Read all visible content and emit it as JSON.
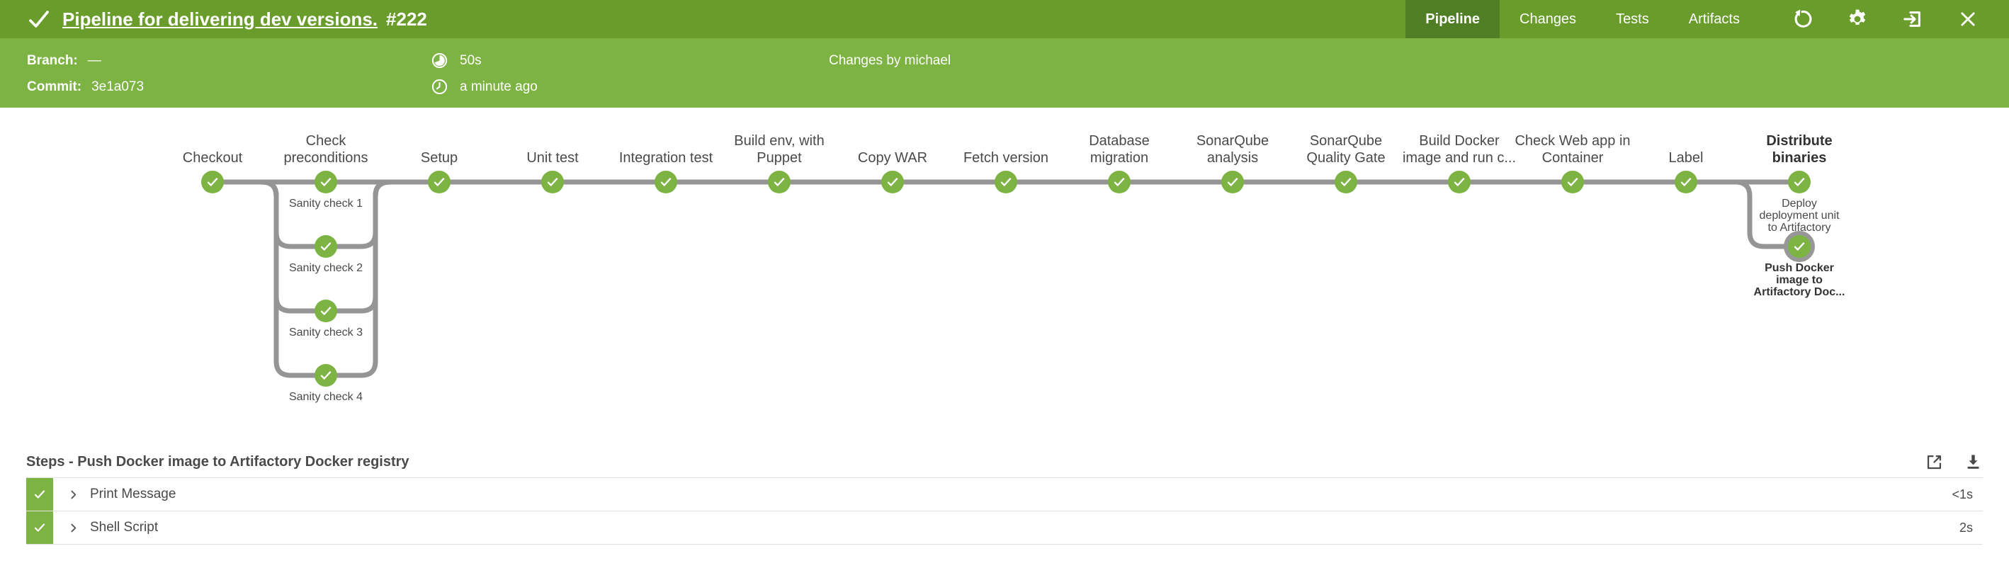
{
  "header": {
    "title": "Pipeline for delivering dev versions.",
    "run_number": "#222",
    "tabs": [
      {
        "label": "Pipeline",
        "active": true
      },
      {
        "label": "Changes",
        "active": false
      },
      {
        "label": "Tests",
        "active": false
      },
      {
        "label": "Artifacts",
        "active": false
      }
    ]
  },
  "infobar": {
    "branch_label": "Branch:",
    "branch_value": "—",
    "commit_label": "Commit:",
    "commit_value": "3e1a073",
    "duration": "50s",
    "time_ago": "a minute ago",
    "changes": "Changes by michael"
  },
  "graph": {
    "status": "success",
    "stages": [
      {
        "name": "Checkout"
      },
      {
        "name": "Check\npreconditions",
        "branches": [
          {
            "label": "Sanity check 1"
          },
          {
            "label": "Sanity check 2"
          },
          {
            "label": "Sanity check 3"
          },
          {
            "label": "Sanity check 4"
          }
        ]
      },
      {
        "name": "Setup"
      },
      {
        "name": "Unit test"
      },
      {
        "name": "Integration test"
      },
      {
        "name": "Build env, with\nPuppet"
      },
      {
        "name": "Copy WAR"
      },
      {
        "name": "Fetch version"
      },
      {
        "name": "Database\nmigration"
      },
      {
        "name": "SonarQube\nanalysis"
      },
      {
        "name": "SonarQube\nQuality Gate"
      },
      {
        "name": "Build Docker\nimage and run c..."
      },
      {
        "name": "Check Web app in\nContainer"
      },
      {
        "name": "Label"
      },
      {
        "name": "Distribute\nbinaries",
        "selected": true,
        "branches": [
          {
            "label": "Deploy\ndeployment unit\nto Artifactory"
          },
          {
            "label": "Push Docker\nimage to\nArtifactory Doc...",
            "selected": true
          }
        ]
      }
    ]
  },
  "steps": {
    "title": "Steps - Push Docker image to Artifactory Docker registry",
    "rows": [
      {
        "label": "Print Message",
        "duration": "<1s"
      },
      {
        "label": "Shell Script",
        "duration": "2s"
      }
    ]
  },
  "icons": {
    "status": "check",
    "rerun": "circular-arrow",
    "settings": "gear",
    "go_to_classic": "exit-arrow",
    "close": "x",
    "duration": "pie-timer",
    "time": "clock",
    "open_logs": "external-link",
    "download": "download-arrow",
    "expand": "chevron-right",
    "node_status": "check"
  },
  "colors": {
    "topbar_green": "#699c2b",
    "active_tab_green": "#4f7e24",
    "bar_green": "#7cb342",
    "node_green": "#7cb342",
    "edge_gray": "#959595",
    "text_gray": "#4a4a4a"
  }
}
